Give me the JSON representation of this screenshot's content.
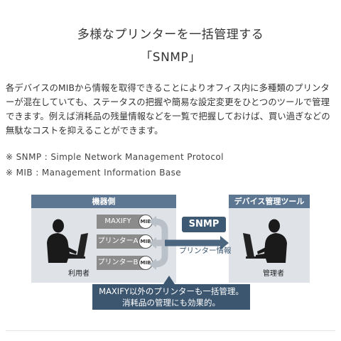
{
  "title": {
    "line1": "多様なプリンターを一括管理する",
    "line2": "「SNMP」"
  },
  "description": "各デバイスのMIBから情報を取得できることによりオフィス内に多種類のプリンターが混在していても、ステータスの把握や簡易な設定変更をひとつのツールで管理できます。例えば消耗品の残量情報などを一覧で把握しておけば、買い過ぎなどの無駄なコストを抑えることができます。",
  "notes": [
    "※ SNMP : Simple Network Management Protocol",
    "※ MIB : Management Information Base"
  ],
  "diagram": {
    "left_panel_title": "機器側",
    "right_panel_title": "デバイス管理ツール",
    "devices": [
      "MAXIFY",
      "プリンターA",
      "プリンターB"
    ],
    "mib_label": "MIB",
    "user_label": "利用者",
    "admin_label": "管理者",
    "snmp_label": "SNMP",
    "info_label": "プリンター情報",
    "callout_line1": "MAXIFY以外のプリンターも一括管理。",
    "callout_line2": "消耗品の管理にも効果的。",
    "colors": {
      "header": "#5d7792",
      "panel": "#dfe3e8",
      "accent": "#3e5974",
      "device": "#8b8b8b"
    }
  }
}
